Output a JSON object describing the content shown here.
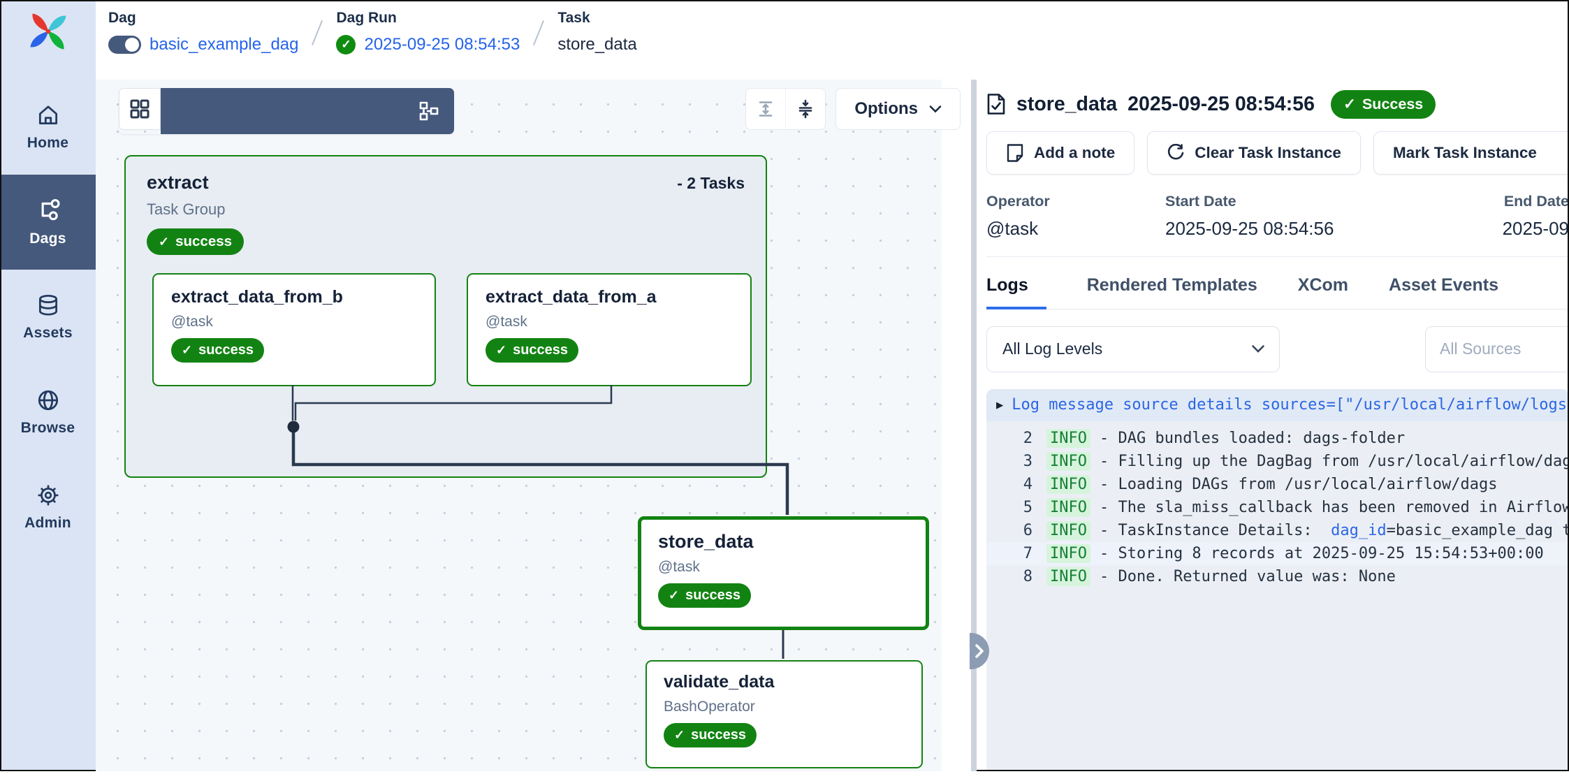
{
  "colors": {
    "accent_blue": "#2563eb",
    "sidebar_bg": "#dbe4f4",
    "sidebar_active": "#45597c",
    "success_green": "#128312",
    "edge": "#2b3a4f",
    "canvas_bg": "#f5f8fb",
    "log_bg": "#ebeff5"
  },
  "sidebar": {
    "logo": "airflow-pinwheel-logo",
    "items": [
      {
        "label": "Home",
        "icon": "home-icon",
        "active": false
      },
      {
        "label": "Dags",
        "icon": "dag-graph-icon",
        "active": true
      },
      {
        "label": "Assets",
        "icon": "database-icon",
        "active": false
      },
      {
        "label": "Browse",
        "icon": "globe-icon",
        "active": false
      },
      {
        "label": "Admin",
        "icon": "gear-icon",
        "active": false
      }
    ]
  },
  "breadcrumb": {
    "dag_label": "Dag",
    "dag_value": "basic_example_dag",
    "dag_toggle_on": true,
    "dag_run_label": "Dag Run",
    "dag_run_value": "2025-09-25 08:54:53",
    "dag_run_status_icon": "check-circle-icon",
    "task_label": "Task",
    "task_value": "store_data"
  },
  "graph_toolbar": {
    "view_buttons": [
      {
        "icon": "grid-view-icon",
        "selected": false
      },
      {
        "icon": "graph-view-icon",
        "selected": true
      }
    ],
    "expand_icon": "expand-groups-icon",
    "collapse_icon": "collapse-groups-icon",
    "options_label": "Options",
    "options_chevron": "chevron-down-icon"
  },
  "graph": {
    "group": {
      "title": "extract",
      "count_label": "- 2 Tasks",
      "subtitle": "Task Group",
      "status": "success"
    },
    "nodes": [
      {
        "title": "extract_data_from_b",
        "subtitle": "@task",
        "status": "success",
        "selected": false
      },
      {
        "title": "extract_data_from_a",
        "subtitle": "@task",
        "status": "success",
        "selected": false
      },
      {
        "title": "store_data",
        "subtitle": "@task",
        "status": "success",
        "selected": true
      },
      {
        "title": "validate_data",
        "subtitle": "BashOperator",
        "status": "success",
        "selected": false
      }
    ]
  },
  "detail": {
    "title_icon": "task-doc-check-icon",
    "title": "store_data",
    "timestamp": "2025-09-25 08:54:56",
    "status": "Success",
    "actions": [
      {
        "label": "Add a note",
        "icon": "note-icon"
      },
      {
        "label": "Clear Task Instance",
        "icon": "refresh-icon"
      },
      {
        "label": "Mark Task Instance",
        "icon": null
      }
    ],
    "meta": [
      {
        "label": "Operator",
        "value": "@task"
      },
      {
        "label": "Start Date",
        "value": "2025-09-25 08:54:56"
      },
      {
        "label": "End Date",
        "value": "2025-09"
      }
    ],
    "tabs": [
      {
        "label": "Logs",
        "active": true
      },
      {
        "label": "Rendered Templates",
        "active": false
      },
      {
        "label": "XCom",
        "active": false
      },
      {
        "label": "Asset Events",
        "active": false
      }
    ],
    "filters": {
      "log_level_value": "All Log Levels",
      "sources_placeholder": "All Sources"
    },
    "log": {
      "header": "Log message source details sources=[\"/usr/local/airflow/logs/d",
      "lines": [
        {
          "num": "2",
          "level": "INFO",
          "text": "- DAG bundles loaded: dags-folder"
        },
        {
          "num": "3",
          "level": "INFO",
          "text": "- Filling up the DagBag from /usr/local/airflow/dags"
        },
        {
          "num": "4",
          "level": "INFO",
          "text": "- Loading DAGs from /usr/local/airflow/dags"
        },
        {
          "num": "5",
          "level": "INFO",
          "text": "- The sla_miss_callback has been removed in Airflow"
        },
        {
          "num": "6",
          "level": "INFO",
          "pre": "- TaskInstance Details:  ",
          "link": "dag_id",
          "post": "=basic_example_dag ta"
        },
        {
          "num": "7",
          "level": "INFO",
          "text": "- Storing 8 records at 2025-09-25 15:54:53+00:00",
          "highlight": true
        },
        {
          "num": "8",
          "level": "INFO",
          "text": "- Done. Returned value was: None"
        }
      ]
    }
  }
}
